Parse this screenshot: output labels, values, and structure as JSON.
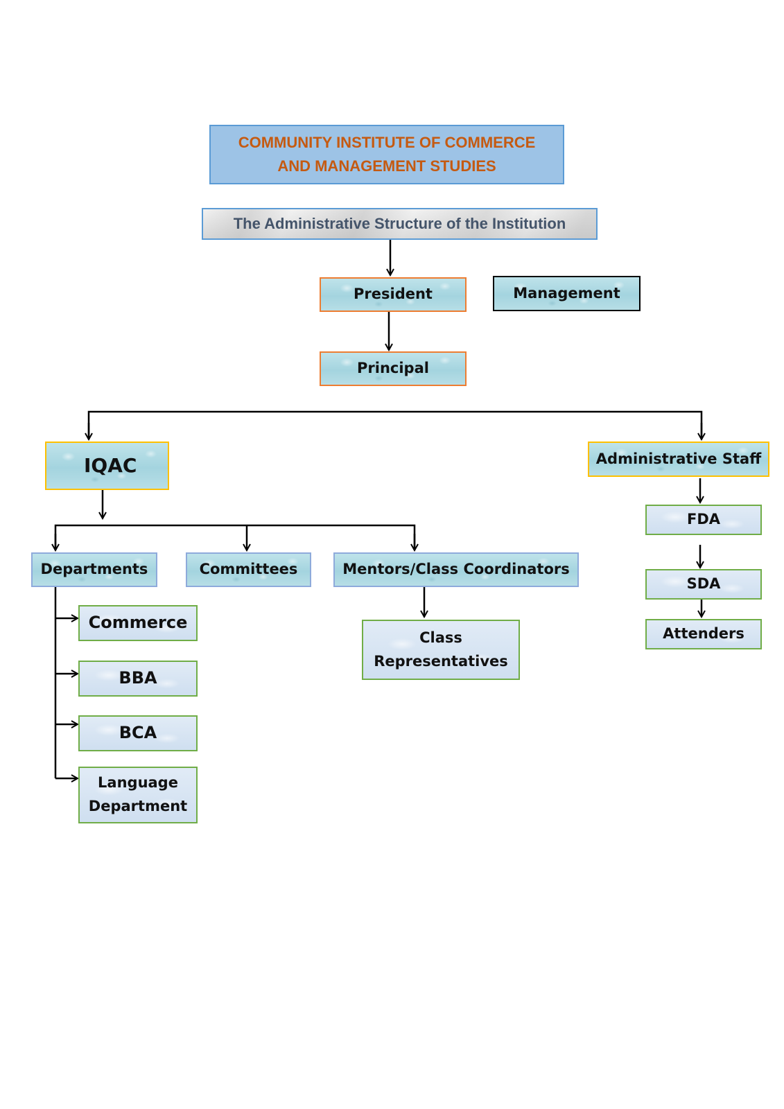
{
  "header": {
    "title_line1": "COMMUNITY INSTITUTE OF COMMERCE",
    "title_line2": "AND MANAGEMENT STUDIES",
    "subtitle": "The Administrative Structure of the Institution"
  },
  "nodes": {
    "president": "President",
    "management": "Management",
    "principal": "Principal",
    "iqac": "IQAC",
    "administrative_staff": "Administrative Staff",
    "fda": "FDA",
    "sda": "SDA",
    "attenders": "Attenders",
    "departments": "Departments",
    "committees": "Committees",
    "mentors": "Mentors/Class Coordinators",
    "class_reps_line1": "Class",
    "class_reps_line2": "Representatives",
    "commerce": "Commerce",
    "bba": "BBA",
    "bca": "BCA",
    "language_line1": "Language",
    "language_line2": "Department"
  },
  "colors": {
    "title_text": "#c55a11",
    "title_fill": "#9dc3e6",
    "title_border": "#5b9bd5",
    "subtitle_text": "#44546a",
    "orange_border": "#ed7d31",
    "yellow_border": "#ffc000",
    "green_border": "#70ad47",
    "blue_border": "#8eaadb",
    "black_border": "#000000",
    "connector": "#000000"
  }
}
